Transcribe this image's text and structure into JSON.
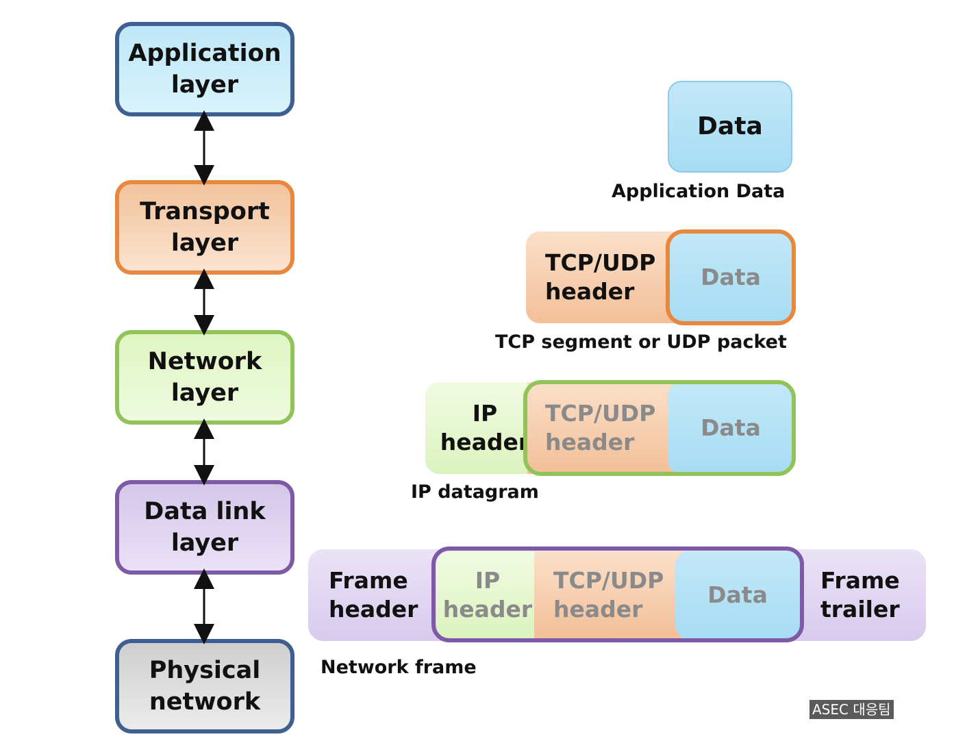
{
  "layers": {
    "application": "Application\nlayer",
    "transport": "Transport\nlayer",
    "network": "Network\nlayer",
    "datalink": "Data link\nlayer",
    "physical": "Physical\nnetwork"
  },
  "packets": {
    "data_label": "Data",
    "tcp_udp_header": "TCP/UDP\nheader",
    "ip_header": "IP\nheader",
    "frame_header": "Frame\nheader",
    "frame_trailer": "Frame\ntrailer"
  },
  "captions": {
    "application_data": "Application Data",
    "tcp_segment": "TCP segment or UDP packet",
    "ip_datagram": "IP datagram",
    "network_frame": "Network frame"
  },
  "watermark": "ASEC 대응팀",
  "colors": {
    "application": "#3e5f8f",
    "transport": "#e8883f",
    "network": "#92c35a",
    "datalink": "#7d5aa6",
    "physical": "#3e5f8f"
  }
}
